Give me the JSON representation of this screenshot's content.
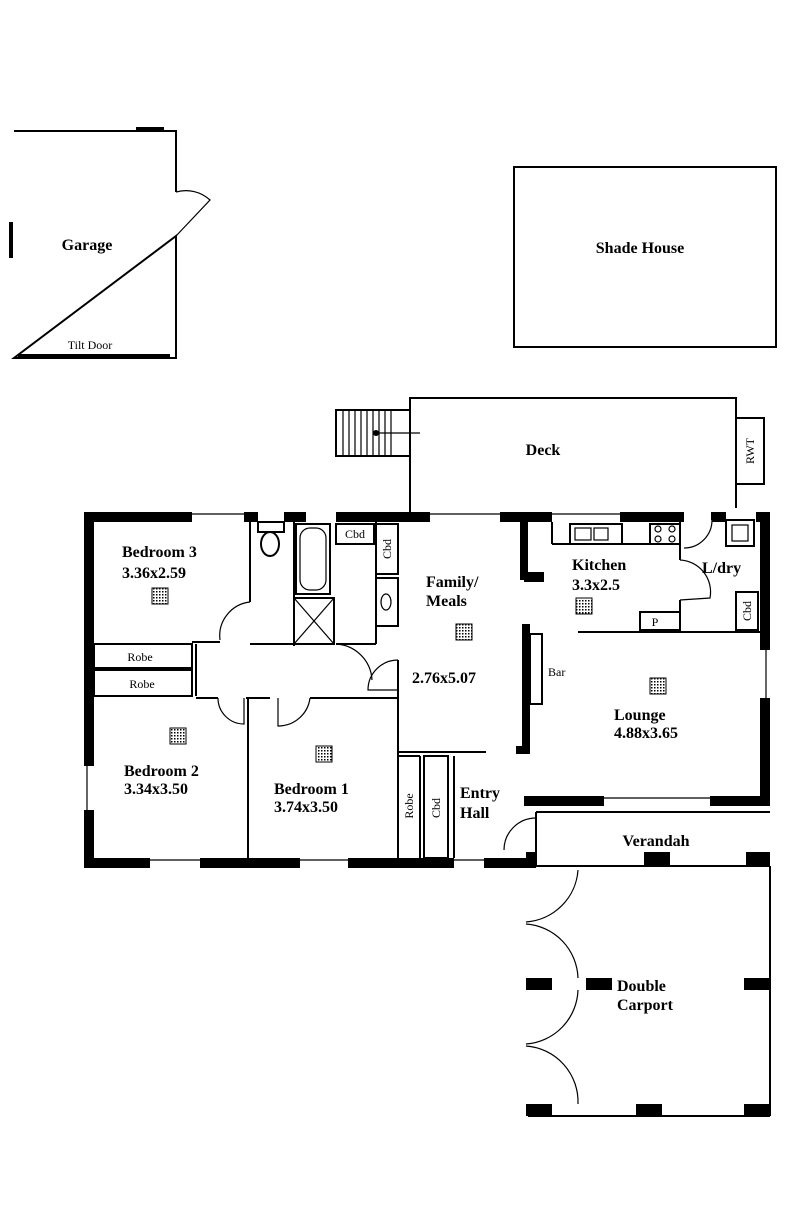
{
  "rooms": {
    "garage": "Garage",
    "tilt_door": "Tilt Door",
    "shade_house": "Shade House",
    "deck": "Deck",
    "rwt": "RWT",
    "bedroom3": "Bedroom 3",
    "bedroom3_size": "3.36x2.59",
    "robe_upper": "Robe",
    "robe_lower": "Robe",
    "bedroom2": "Bedroom 2",
    "bedroom2_size": "3.34x3.50",
    "bedroom1": "Bedroom 1",
    "bedroom1_size": "3.74x3.50",
    "robe_b1": "Robe",
    "cbd_b1": "Cbd",
    "cbd_bath_top": "Cbd",
    "cbd_bath_side": "Cbd",
    "family": "Family/",
    "meals": "Meals",
    "family_size": "2.76x5.07",
    "entry": "Entry",
    "hall": "Hall",
    "kitchen": "Kitchen",
    "kitchen_size": "3.3x2.5",
    "pantry": "P",
    "ldry": "L/dry",
    "cbd_ldry": "Cbd",
    "bar": "Bar",
    "lounge": "Lounge",
    "lounge_size": "4.88x3.65",
    "verandah": "Verandah",
    "double": "Double",
    "carport": "Carport"
  }
}
